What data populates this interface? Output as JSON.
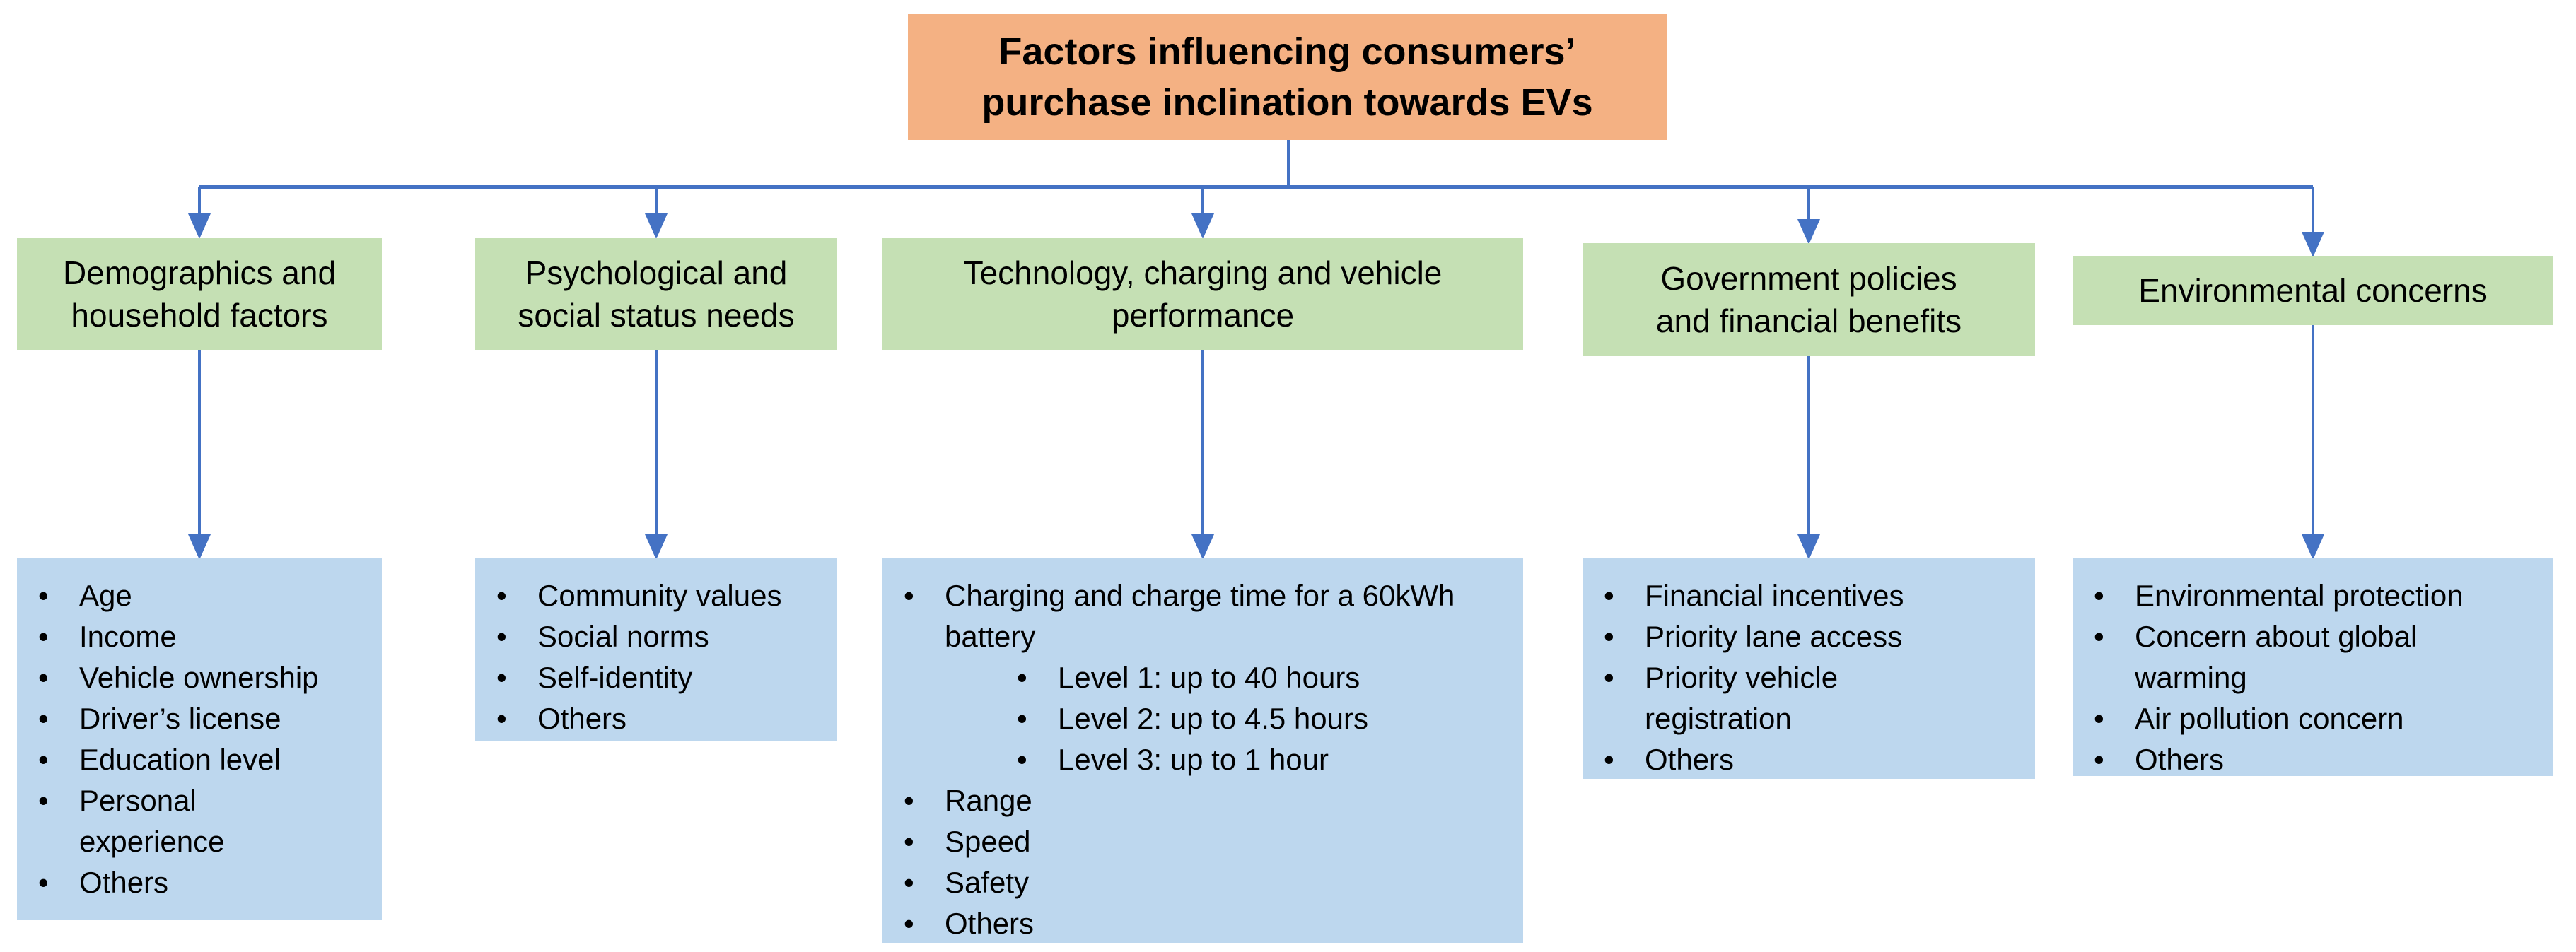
{
  "diagram": {
    "title": {
      "text": "Factors influencing consumers’ purchase inclination towards EVs",
      "lines": [
        "Factors influencing consumers’",
        "purchase inclination towards EVs"
      ]
    },
    "colors": {
      "title_bg": "#F4B183",
      "branch_bg": "#C5E0B4",
      "list_bg": "#BDD7EE",
      "connector": "#4472C4",
      "text": "#000000"
    },
    "bullet_glyph": "•",
    "branches": [
      {
        "id": "demographics",
        "label": "Demographics and household factors",
        "label_lines": [
          "Demographics and",
          "household factors"
        ],
        "items": [
          {
            "text": "Age",
            "lines": [
              "Age"
            ]
          },
          {
            "text": "Income",
            "lines": [
              "Income"
            ]
          },
          {
            "text": "Vehicle ownership",
            "lines": [
              "Vehicle ownership"
            ]
          },
          {
            "text": "Driver’s license",
            "lines": [
              "Driver’s license"
            ]
          },
          {
            "text": "Education level",
            "lines": [
              "Education level"
            ]
          },
          {
            "text": "Personal experience",
            "lines": [
              "Personal",
              "experience"
            ]
          },
          {
            "text": "Others",
            "lines": [
              "Others"
            ]
          }
        ]
      },
      {
        "id": "psychological",
        "label": "Psychological and social status needs",
        "label_lines": [
          "Psychological and",
          "social status needs"
        ],
        "items": [
          {
            "text": "Community values",
            "lines": [
              "Community values"
            ]
          },
          {
            "text": "Social norms",
            "lines": [
              "Social norms"
            ]
          },
          {
            "text": "Self-identity",
            "lines": [
              "Self-identity"
            ]
          },
          {
            "text": "Others",
            "lines": [
              "Others"
            ]
          }
        ]
      },
      {
        "id": "technology",
        "label": "Technology, charging and vehicle performance",
        "label_lines": [
          "Technology, charging and vehicle",
          "performance"
        ],
        "items": [
          {
            "text": "Charging and charge time for a 60kWh battery",
            "lines": [
              "Charging and charge time for a 60kWh",
              "battery"
            ],
            "subitems": [
              {
                "text": "Level 1: up to 40 hours",
                "lines": [
                  "Level 1: up to 40 hours"
                ]
              },
              {
                "text": "Level 2: up to 4.5 hours",
                "lines": [
                  "Level 2: up to 4.5 hours"
                ]
              },
              {
                "text": "Level 3: up to 1 hour",
                "lines": [
                  "Level 3: up to 1 hour"
                ]
              }
            ]
          },
          {
            "text": "Range",
            "lines": [
              "Range"
            ]
          },
          {
            "text": "Speed",
            "lines": [
              "Speed"
            ]
          },
          {
            "text": "Safety",
            "lines": [
              "Safety"
            ]
          },
          {
            "text": "Others",
            "lines": [
              "Others"
            ]
          }
        ]
      },
      {
        "id": "government",
        "label": "Government policies and financial benefits",
        "label_lines": [
          "Government policies",
          "and financial benefits"
        ],
        "items": [
          {
            "text": "Financial incentives",
            "lines": [
              "Financial incentives"
            ]
          },
          {
            "text": "Priority lane access",
            "lines": [
              "Priority lane access"
            ]
          },
          {
            "text": "Priority vehicle registration",
            "lines": [
              "Priority vehicle",
              "registration"
            ]
          },
          {
            "text": "Others",
            "lines": [
              "Others"
            ]
          }
        ]
      },
      {
        "id": "environmental",
        "label": "Environmental concerns",
        "label_lines": [
          "Environmental concerns"
        ],
        "items": [
          {
            "text": "Environmental protection",
            "lines": [
              "Environmental protection"
            ]
          },
          {
            "text": "Concern about global warming",
            "lines": [
              "Concern about global",
              "warming"
            ]
          },
          {
            "text": "Air pollution concern",
            "lines": [
              "Air pollution concern"
            ]
          },
          {
            "text": "Others",
            "lines": [
              "Others"
            ]
          }
        ]
      }
    ]
  }
}
